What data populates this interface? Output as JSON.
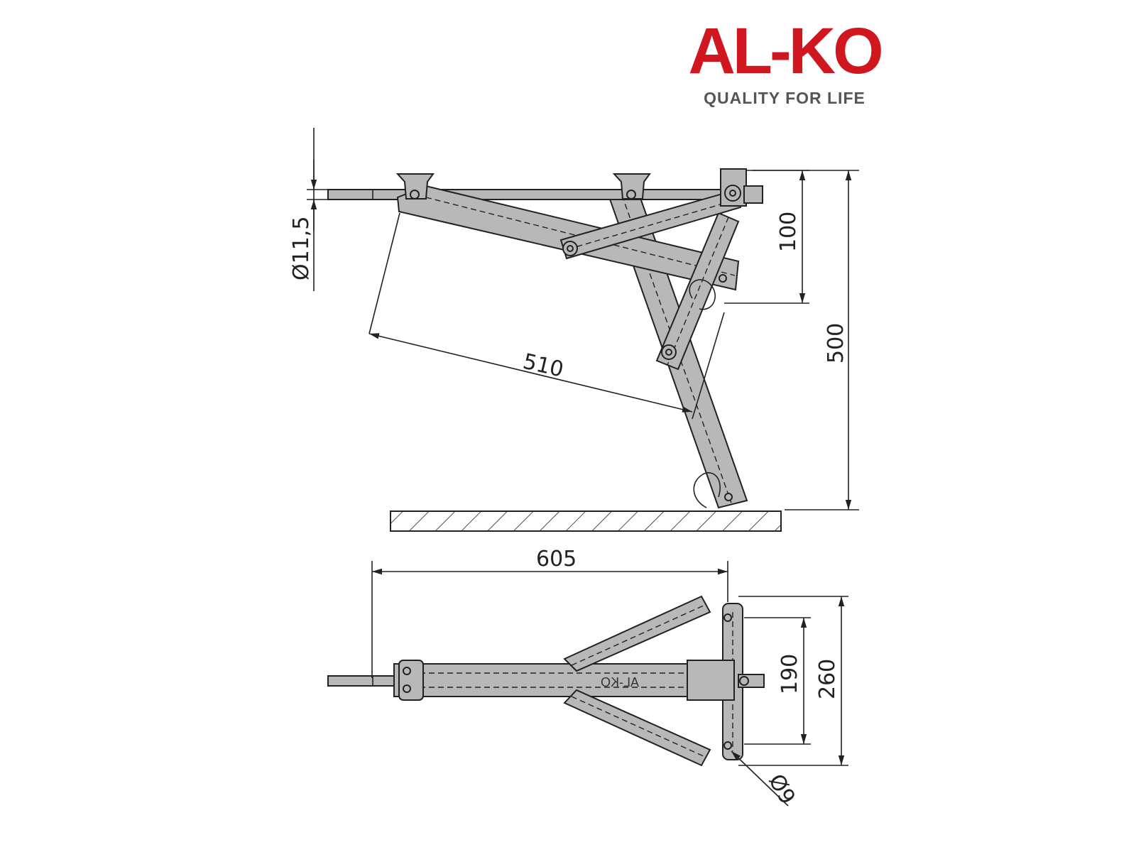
{
  "logo": {
    "brand": "AL-KO",
    "tagline": "QUALITY FOR LIFE",
    "brand_color": "#d0161e",
    "tagline_color": "#555555"
  },
  "dimensions": {
    "rod_diameter": "Ø11,5",
    "leg_length": "510",
    "pin_offset": "100",
    "height": "500",
    "length": "605",
    "inner_width": "190",
    "outer_width": "260",
    "hole_diameter": "Ø9"
  },
  "part_color": "#b8b8b8",
  "line_color": "#222222"
}
